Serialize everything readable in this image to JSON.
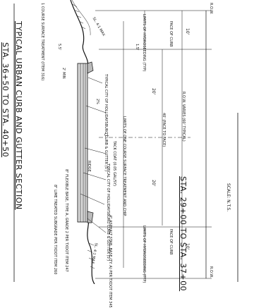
{
  "titles": {
    "right_title": "STA. 29+00 TO STA. 37+00",
    "right_scale": "SCALE: N.T.S.",
    "left_title": "TYPICAL URBAN CURB AND GUTTER SECTION",
    "left_sta": "STA. 36+50 TO STA. 40+50"
  },
  "labels": {
    "row_top": "R.O.W.",
    "row_bottom": "R.O.W.",
    "row_varies": "R.O.W. VARIES (60' TYPICAL)",
    "face_to_face": "40' (FACE TO FACE)",
    "face_of_curb_top": "FACE OF CURB",
    "face_of_curb_bottom": "FACE OF CURB",
    "limits_hydro_top": "LIMITS OF HYDROSEEDING (TYP)",
    "limits_hydro_bottom": "LIMITS OF HYDROSEEDING (TYP)",
    "limits_one_course": "LIMITS OF ONE COURSE SURFACE TREATMENT AND CHIP",
    "dim_10_top": "10'",
    "dim_10_bottom": "10'",
    "dim_20_left": "20'",
    "dim_20_right": "20'",
    "dim_1_5": "1.5'",
    "dim_5_5": "5.5'",
    "dim_2_min": "2' MIN",
    "one_course": "1 COURSE SURFACE TREATMENT (ITEM 316)",
    "typ_curb_top": "TYPICAL CITY OF HOLLIDAYSBURG CURB & GUTTER (5')",
    "typ_curb_bottom": "TYPICAL CITY OF HOLLIDAYSBURG CURB & GUTTER (5')",
    "tack_coat": "TACK COAT (0.05 GAL/SY)",
    "asphalt_stab": "4\" ASPHALT STAB. BASE (TY. A) PER TXDOT ITEM 345",
    "flex_base": "8\" FLEXIBLE BASE, TYPE A, GRADE 2 PER TXDOT ITEM 247",
    "subgrade": "8\" LIME TREATED SUBGRADE PER TXDOT ITEM 260",
    "ridge": "RIDGE",
    "sl_top": "SL. 4:1 MAX",
    "sl_bottom": "SL. 4:1 MAX",
    "slope_pct": "2%",
    "cl": "CL"
  }
}
